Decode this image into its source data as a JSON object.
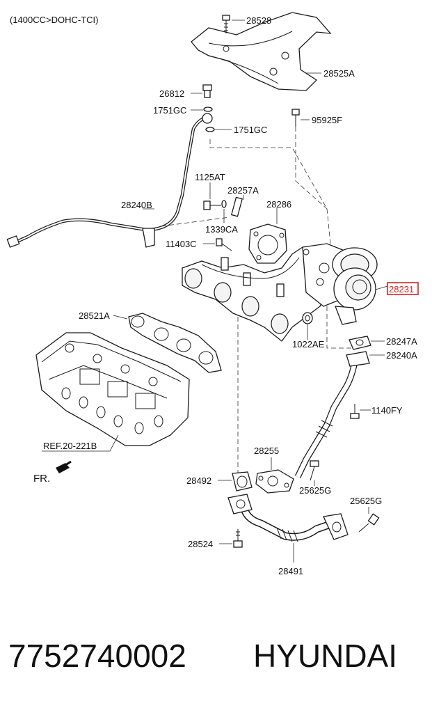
{
  "header": {
    "engine_note": "(1400CC>DOHC-TCI)"
  },
  "footer": {
    "part_number": "7752740002",
    "brand": "HYUNDAI"
  },
  "highlight": {
    "label": "28231",
    "color": "#e02020"
  },
  "labels": {
    "l28528": "28528",
    "l28525A": "28525A",
    "l26812": "26812",
    "l1751GC_a": "1751GC",
    "l1751GC_b": "1751GC",
    "l95925F": "95925F",
    "l1125AT": "1125AT",
    "l28257A": "28257A",
    "l28286": "28286",
    "l28240B": "28240B",
    "l1339CA": "1339CA",
    "l11403C": "11403C",
    "l28521A": "28521A",
    "l1022AE": "1022AE",
    "l28247A": "28247A",
    "l28240A": "28240A",
    "l1140FY": "1140FY",
    "l28255": "28255",
    "l25625G_a": "25625G",
    "l25625G_b": "25625G",
    "l28492": "28492",
    "l28524": "28524",
    "l28491": "28491",
    "ref": "REF.20-221B",
    "front": "FR."
  }
}
